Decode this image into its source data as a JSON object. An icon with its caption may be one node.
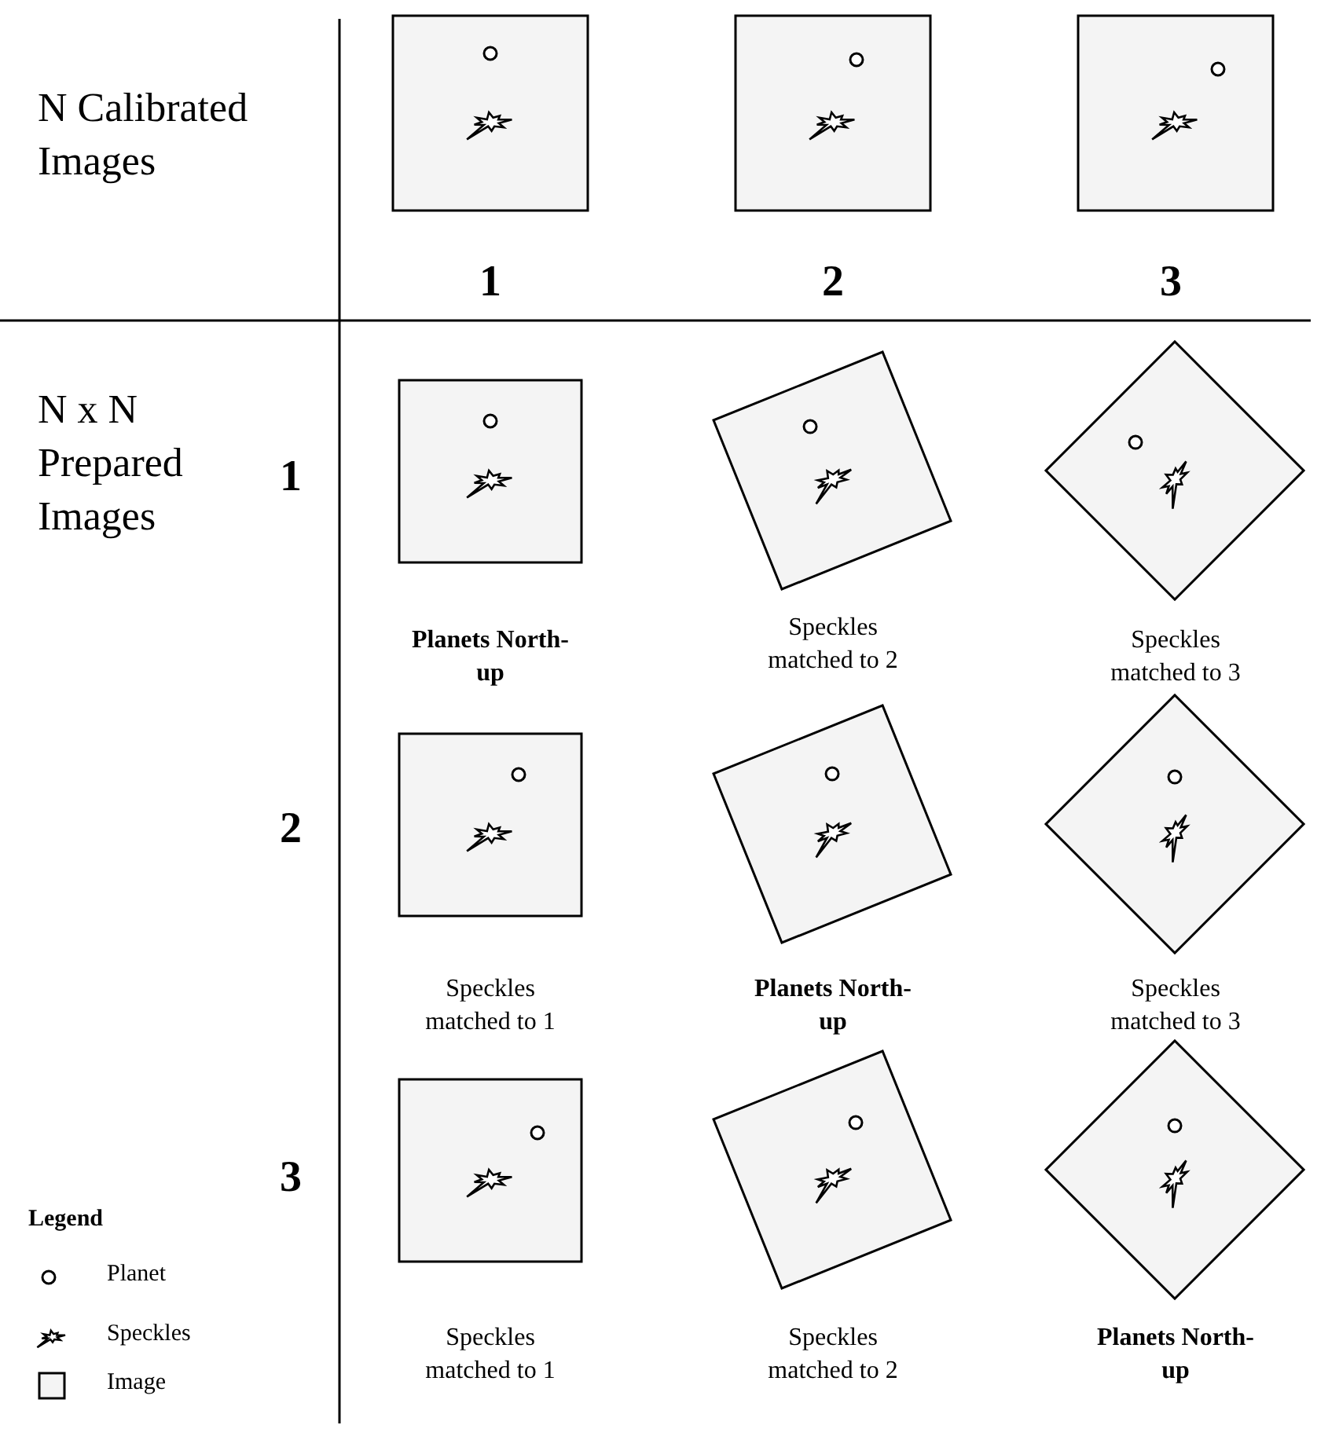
{
  "diagram": {
    "labels": [
      "N Calibrated Images",
      "1",
      "2",
      "3",
      "N x N Prepared Images",
      "1",
      "Planets North-up",
      "Speckles matched to 2",
      "Speckles matched to 3",
      "2",
      "Speckles matched to 1",
      "Planets North-up",
      "Speckles matched to 3",
      "Legend",
      "3",
      "Speckles matched to 1",
      "Speckles matched to 2",
      "Planets North-up"
    ],
    "legend": [
      {
        "text": "Planet"
      },
      {
        "text": "Speckles"
      },
      {
        "text": "Image"
      }
    ]
  }
}
